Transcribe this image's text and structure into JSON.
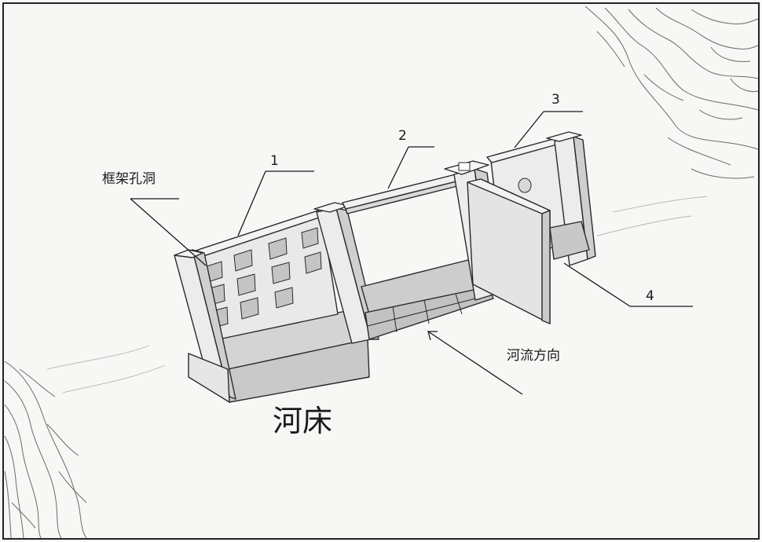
{
  "labels": {
    "part_1": "1",
    "part_2": "2",
    "part_3": "3",
    "part_4": "4",
    "frame_holes": "框架孔洞",
    "flow_direction": "河流方向",
    "riverbed": "河床"
  },
  "colors": {
    "outline": "#2a2a2a",
    "face_light": "#f1f1f1",
    "face_mid": "#dcdcdc",
    "face_shadow": "#bdbdbd",
    "paper": "#f7f7f6"
  }
}
